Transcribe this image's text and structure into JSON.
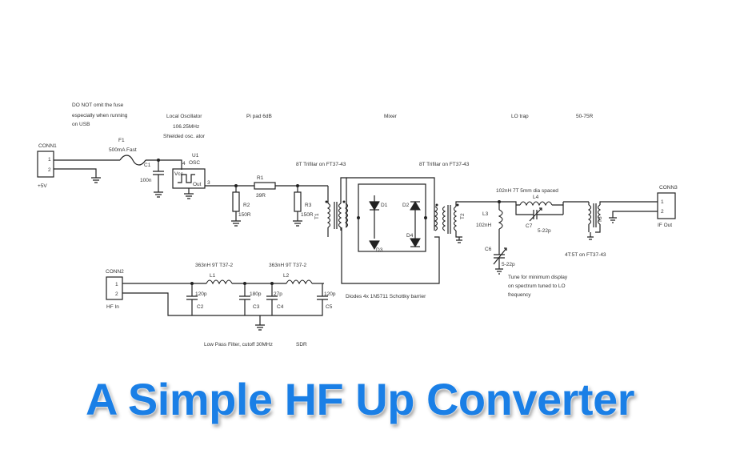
{
  "title": "A Simple HF Up Converter",
  "labels": {
    "conn1": "CONN1",
    "conn1_p1": "1",
    "conn1_p2": "2",
    "v5": "+5V",
    "note1_a": "DO NOT omit the fuse",
    "note1_b": "especially when running",
    "note1_c": "on USB",
    "f1": "F1",
    "f1_val": "500mA Fast",
    "c1": "C1",
    "c1_val": "100n",
    "lo_a": "Local Oscillator",
    "lo_b": "106.25MHz",
    "lo_c": "Shielded osc. ator",
    "u1": "U1",
    "osc": "OSC",
    "vcc": "Vcc",
    "out": "Out",
    "pin4": "4",
    "pin3": "3",
    "pipad": "Pi pad 6dB",
    "r1": "R1",
    "r1_val": "39R",
    "r2": "R2",
    "r2_val": "150R",
    "r3": "R3",
    "r3_val": "150R",
    "t1_note": "8T Trifilar on FT37-43",
    "t1": "T1",
    "mixer": "Mixer",
    "t2_note": "8T Trifilar on FT37-43",
    "t2": "T2",
    "d1": "D1",
    "d2": "D2",
    "d3": "D3",
    "d4": "D4",
    "diodes": "Diodes 4x 1N5711 Schottky barrier",
    "lotrap": "LO trap",
    "imp": "50-75R",
    "l4_note": "102nH 7T 5mm dia spaced",
    "l4": "L4",
    "c7": "C7",
    "c7_val": "5-22p",
    "l3": "L3",
    "l3_val": "102nH",
    "c6": "C6",
    "c6_val": "5-22p",
    "tune_a": "Tune for minimum display",
    "tune_b": "on spectrum tuned to LO",
    "tune_c": "frequency",
    "t3_note": "4T:5T on FT37-43",
    "t3": "T3",
    "conn3": "CONN3",
    "conn3_p1": "1",
    "conn3_p2": "2",
    "ifout": "IF Out",
    "conn2": "CONN2",
    "conn2_p1": "1",
    "conn2_p2": "2",
    "hfin": "HF In",
    "l1_note": "363nH 9T T37-2",
    "l1": "L1",
    "l2_note": "363nH 9T T37-2",
    "l2": "L2",
    "c2": "C2",
    "c2_val": "120p",
    "c3": "C3",
    "c3_val": "180p",
    "c4": "C4",
    "c4_val": "27p",
    "c5": "C5",
    "c5_val": "120p",
    "lpf": "Low Pass Filter, cutoff 30MHz",
    "sdr": "SDR"
  }
}
